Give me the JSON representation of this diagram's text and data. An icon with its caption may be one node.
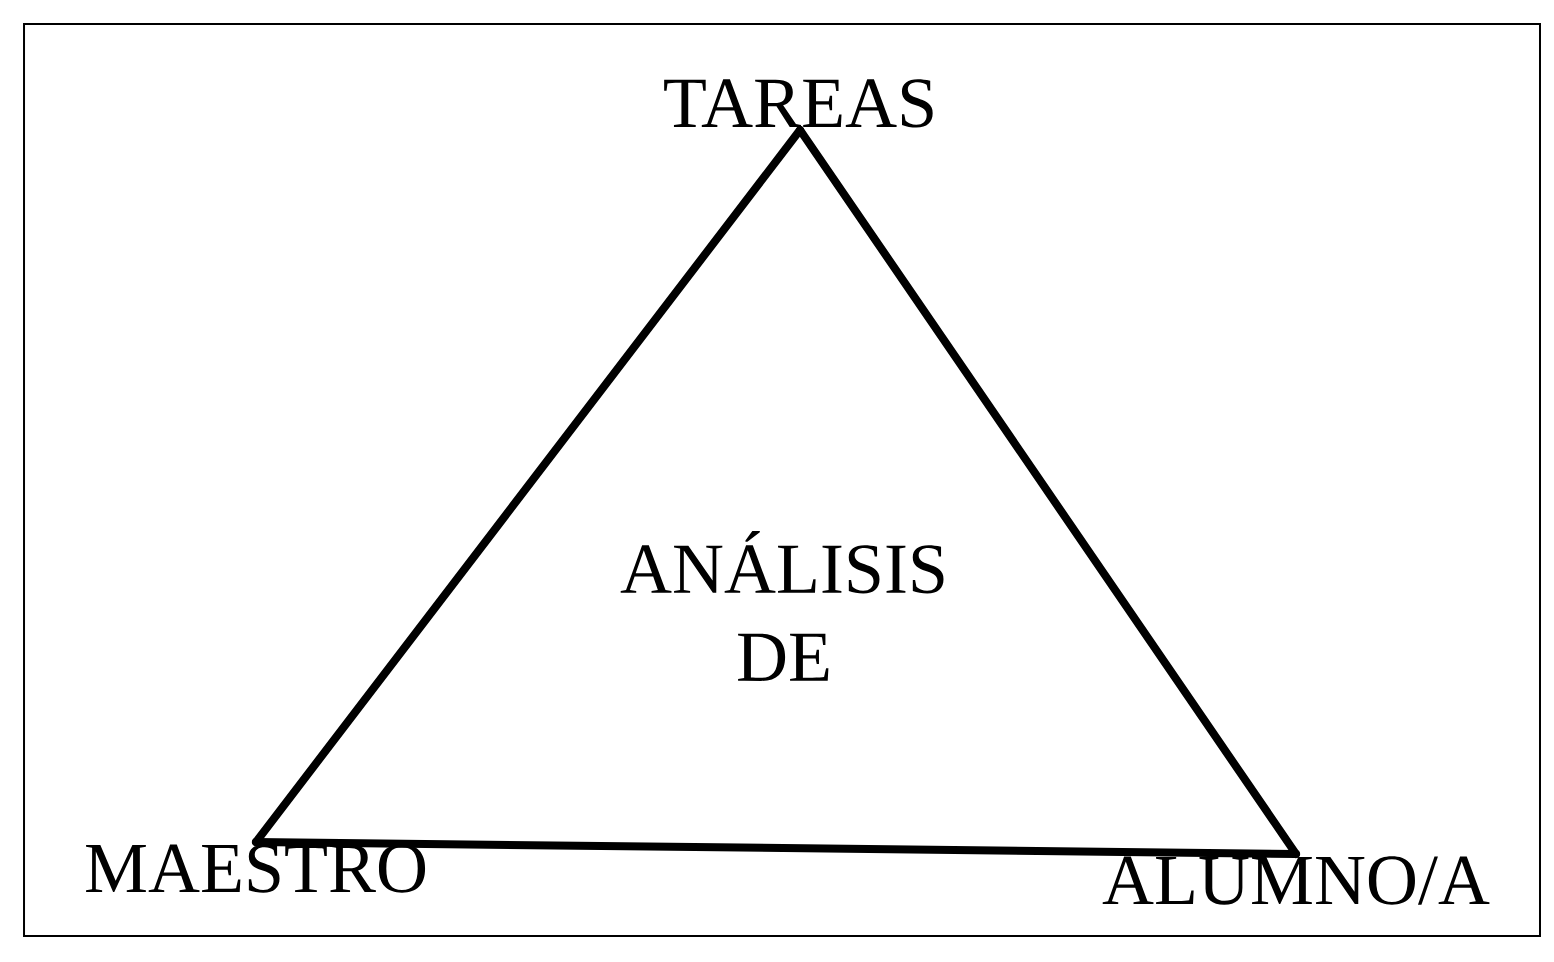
{
  "diagram": {
    "nodes": [
      {
        "text": [
          "TAREAS"
        ]
      },
      {
        "text": [
          "MAESTRO"
        ]
      },
      {
        "text": [
          "ALUMNO/A"
        ]
      }
    ],
    "edges": [
      {
        "from": 0,
        "to": 1,
        "arrow": "none"
      },
      {
        "from": 1,
        "to": 2,
        "arrow": "none"
      },
      {
        "from": 2,
        "to": 0,
        "arrow": "none"
      }
    ],
    "labels": [
      "ANÁLISIS DE"
    ]
  }
}
